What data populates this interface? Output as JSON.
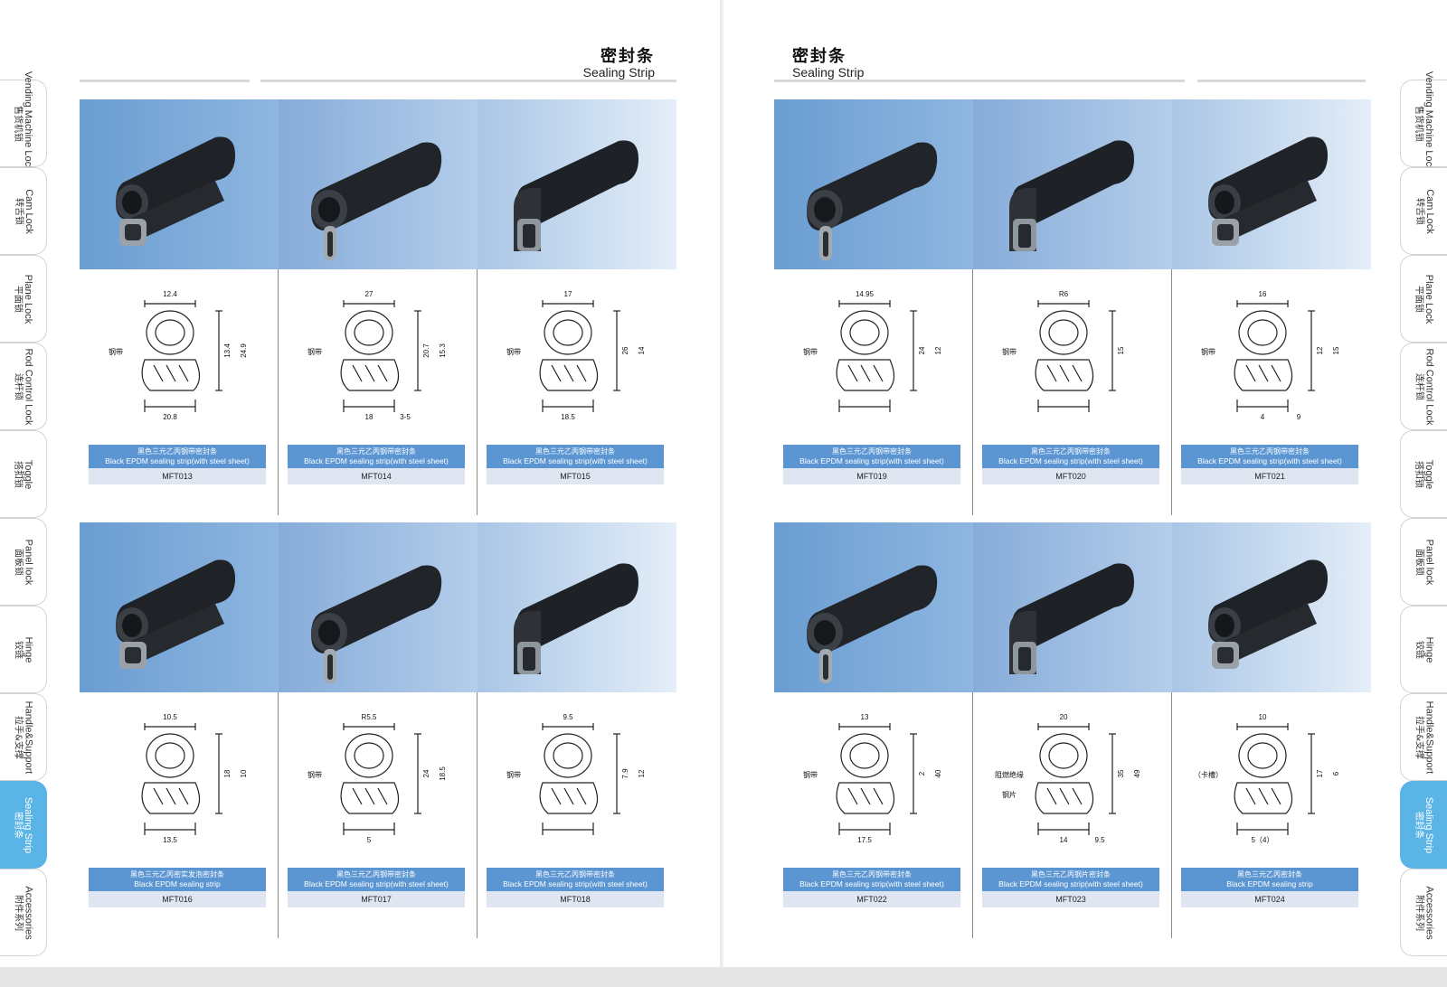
{
  "left_page": {
    "heading_zh": "密封条",
    "heading_en": "Sealing Strip"
  },
  "right_page": {
    "heading_zh": "密封条",
    "heading_en": "Sealing Strip"
  },
  "tabs": [
    {
      "en": "Vending Machine Locks",
      "zh": "售货机锁"
    },
    {
      "en": "Cam Lock",
      "zh": "转舌锁"
    },
    {
      "en": "Plane Lock",
      "zh": "平面锁"
    },
    {
      "en": "Rod Control Lock",
      "zh": "连杆锁"
    },
    {
      "en": "Toggle",
      "zh": "搭扣锁"
    },
    {
      "en": "Panel lock",
      "zh": "面板锁"
    },
    {
      "en": "Hinge",
      "zh": "铰链"
    },
    {
      "en": "Handle&Support",
      "zh": "拉手&支撑"
    },
    {
      "en": "Sealing Strip",
      "zh": "密封条"
    },
    {
      "en": "Accessories",
      "zh": "附件系列"
    }
  ],
  "products_left": [
    {
      "zh": "黑色三元乙丙钢带密封条",
      "en": "Black EPDM sealing strip(with steel sheet)",
      "code": "MFT013",
      "dims": [
        "12.4",
        "13.4",
        "24.9",
        "20.8"
      ],
      "label": "钢带"
    },
    {
      "zh": "黑色三元乙丙钢带密封条",
      "en": "Black EPDM sealing strip(with steel sheet)",
      "code": "MFT014",
      "dims": [
        "27",
        "20.7",
        "15.3",
        "18",
        "3-5"
      ],
      "label": "钢带"
    },
    {
      "zh": "黑色三元乙丙钢带密封条",
      "en": "Black EPDM sealing strip(with steel sheet)",
      "code": "MFT015",
      "dims": [
        "17",
        "26",
        "14",
        "18.5"
      ],
      "label": "钢带"
    },
    {
      "zh": "黑色三元乙丙密实发泡密封条",
      "en": "Black EPDM sealing strip",
      "code": "MFT016",
      "dims": [
        "10.5",
        "18",
        "10",
        "13.5"
      ],
      "label": ""
    },
    {
      "zh": "黑色三元乙丙钢带密封条",
      "en": "Black EPDM sealing strip(with steel sheet)",
      "code": "MFT017",
      "dims": [
        "R5.5",
        "24",
        "18.5",
        "5"
      ],
      "label": "钢带"
    },
    {
      "zh": "黑色三元乙丙钢带密封条",
      "en": "Black EPDM sealing strip(with steel sheet)",
      "code": "MFT018",
      "dims": [
        "9.5",
        "7.9",
        "12"
      ],
      "label": "钢带"
    }
  ],
  "products_right": [
    {
      "zh": "黑色三元乙丙钢带密封条",
      "en": "Black EPDM sealing strip(with steel sheet)",
      "code": "MFT019",
      "dims": [
        "14.95",
        "24",
        "12"
      ],
      "label": "钢带"
    },
    {
      "zh": "黑色三元乙丙钢带密封条",
      "en": "Black EPDM sealing strip(with steel sheet)",
      "code": "MFT020",
      "dims": [
        "R6",
        "15"
      ],
      "label": "钢带"
    },
    {
      "zh": "黑色三元乙丙钢带密封条",
      "en": "Black EPDM sealing strip(with steel sheet)",
      "code": "MFT021",
      "dims": [
        "16",
        "12",
        "15",
        "4",
        "9"
      ],
      "label": "钢带"
    },
    {
      "zh": "黑色三元乙丙钢带密封条",
      "en": "Black EPDM sealing strip(with steel sheet)",
      "code": "MFT022",
      "dims": [
        "13",
        "2",
        "40",
        "17.5"
      ],
      "label": "钢带"
    },
    {
      "zh": "黑色三元乙丙钢片密封条",
      "en": "Black EPDM sealing strip(with steel sheet)",
      "code": "MFT023",
      "dims": [
        "20",
        "35",
        "49",
        "14",
        "9.5"
      ],
      "label": "阻燃绝缘",
      "label2": "钢片"
    },
    {
      "zh": "黑色三元乙丙密封条",
      "en": "Black EPDM sealing strip",
      "code": "MFT024",
      "dims": [
        "10",
        "17",
        "6",
        "5（4）"
      ],
      "label": "（卡槽）"
    }
  ],
  "colors": {
    "photo_blue": "#6d9fd4",
    "photo_light": "#d7e6f5",
    "caption_blue": "#5b95d2",
    "code_bg": "#dfe6f1",
    "tab_active": "#5ab4e6"
  }
}
